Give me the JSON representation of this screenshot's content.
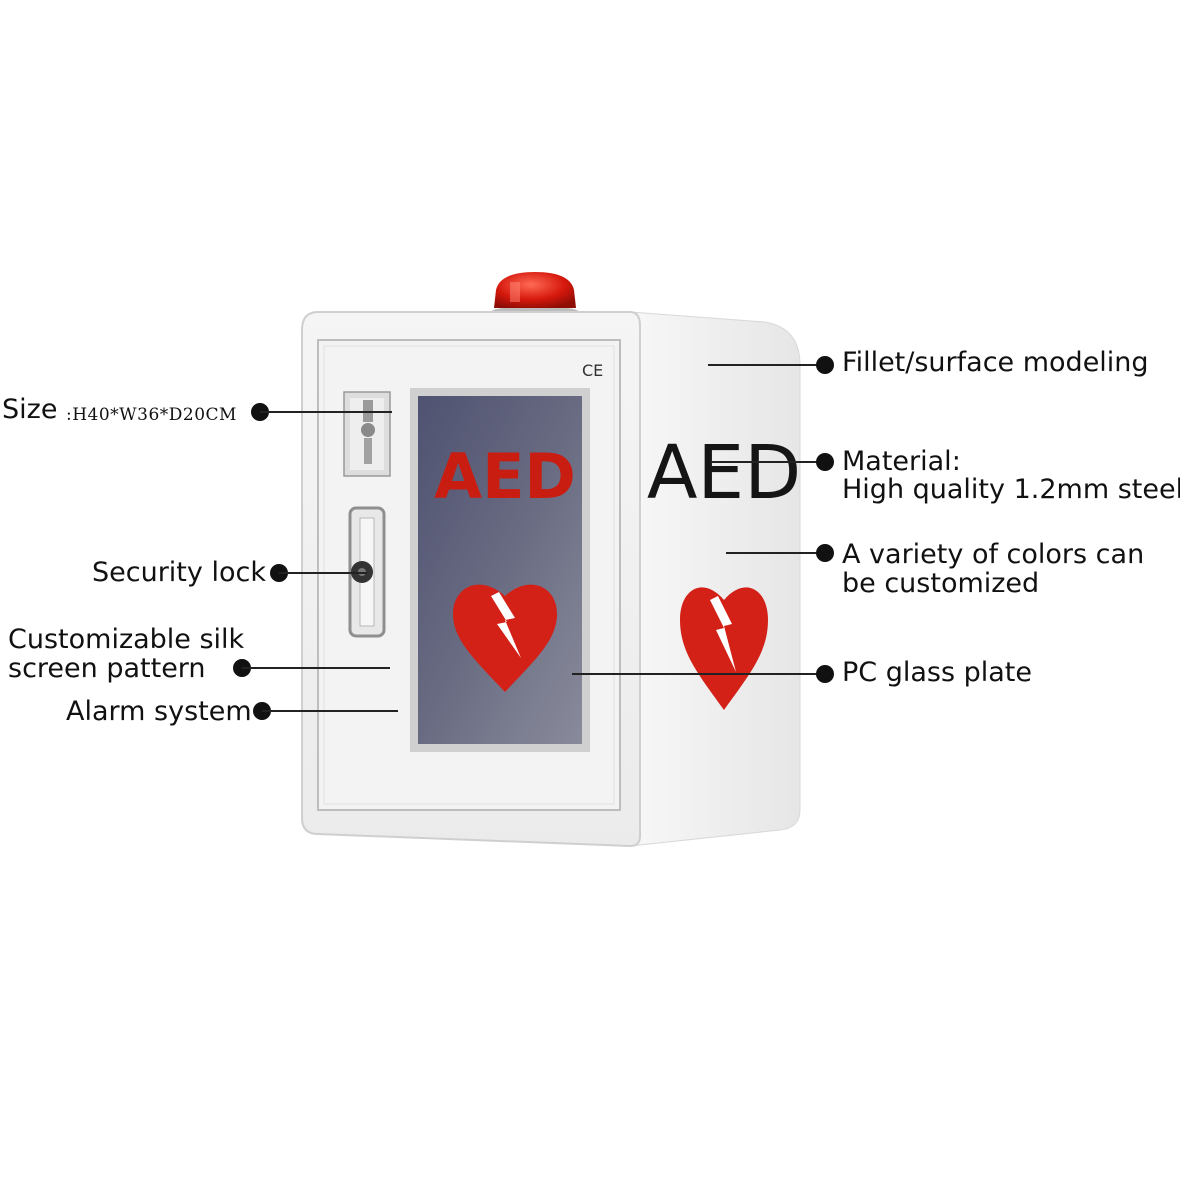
{
  "product": {
    "front_glass_text": "AED",
    "side_text": "AED",
    "ce_mark": "CE"
  },
  "callouts": {
    "size_label": "Size",
    "size_value": ":H40*W36*D20CM",
    "security_lock": "Security lock",
    "silk_screen_line1": "Customizable silk",
    "silk_screen_line2": "screen pattern",
    "alarm_system": "Alarm system",
    "fillet": "Fillet/surface modeling",
    "material_line1": "Material:",
    "material_line2": "High quality 1.2mm steel",
    "colors_line1": "A variety of colors can",
    "colors_line2": "be customized",
    "pc_glass": "PC glass plate"
  },
  "colors": {
    "brand_red": "#d32117",
    "glass": "#5c5f78",
    "cabinet": "#f4f4f4"
  }
}
